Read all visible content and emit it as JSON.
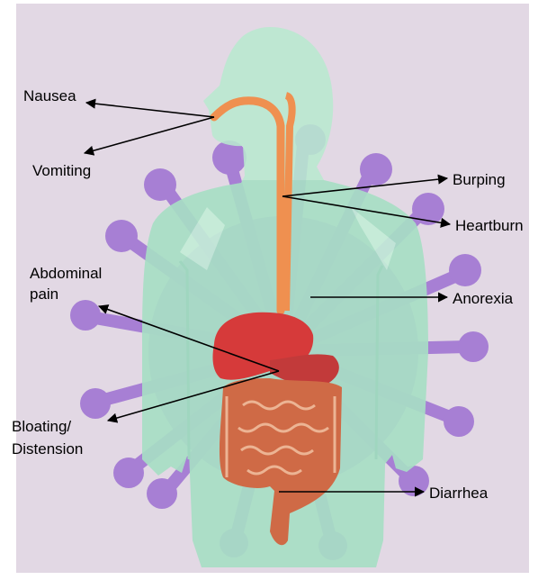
{
  "figure": {
    "background_color": "#e2d8e4",
    "virus_color": "#a77fd4",
    "body_color": "#b8e8cf",
    "esophagus_color": "#ef9050",
    "stomach_color": "#d63a3a",
    "intestine_color": "#cf6a46",
    "arrow_color": "#000000"
  },
  "labels": {
    "nausea": "Nausea",
    "vomiting": "Vomiting",
    "burping": "Burping",
    "heartburn": "Heartburn",
    "abdominal_line1": "Abdominal",
    "abdominal_line2": "pain",
    "anorexia": "Anorexia",
    "bloating_line1": "Bloating/",
    "bloating_line2": "Distension",
    "diarrhea": "Diarrhea"
  }
}
